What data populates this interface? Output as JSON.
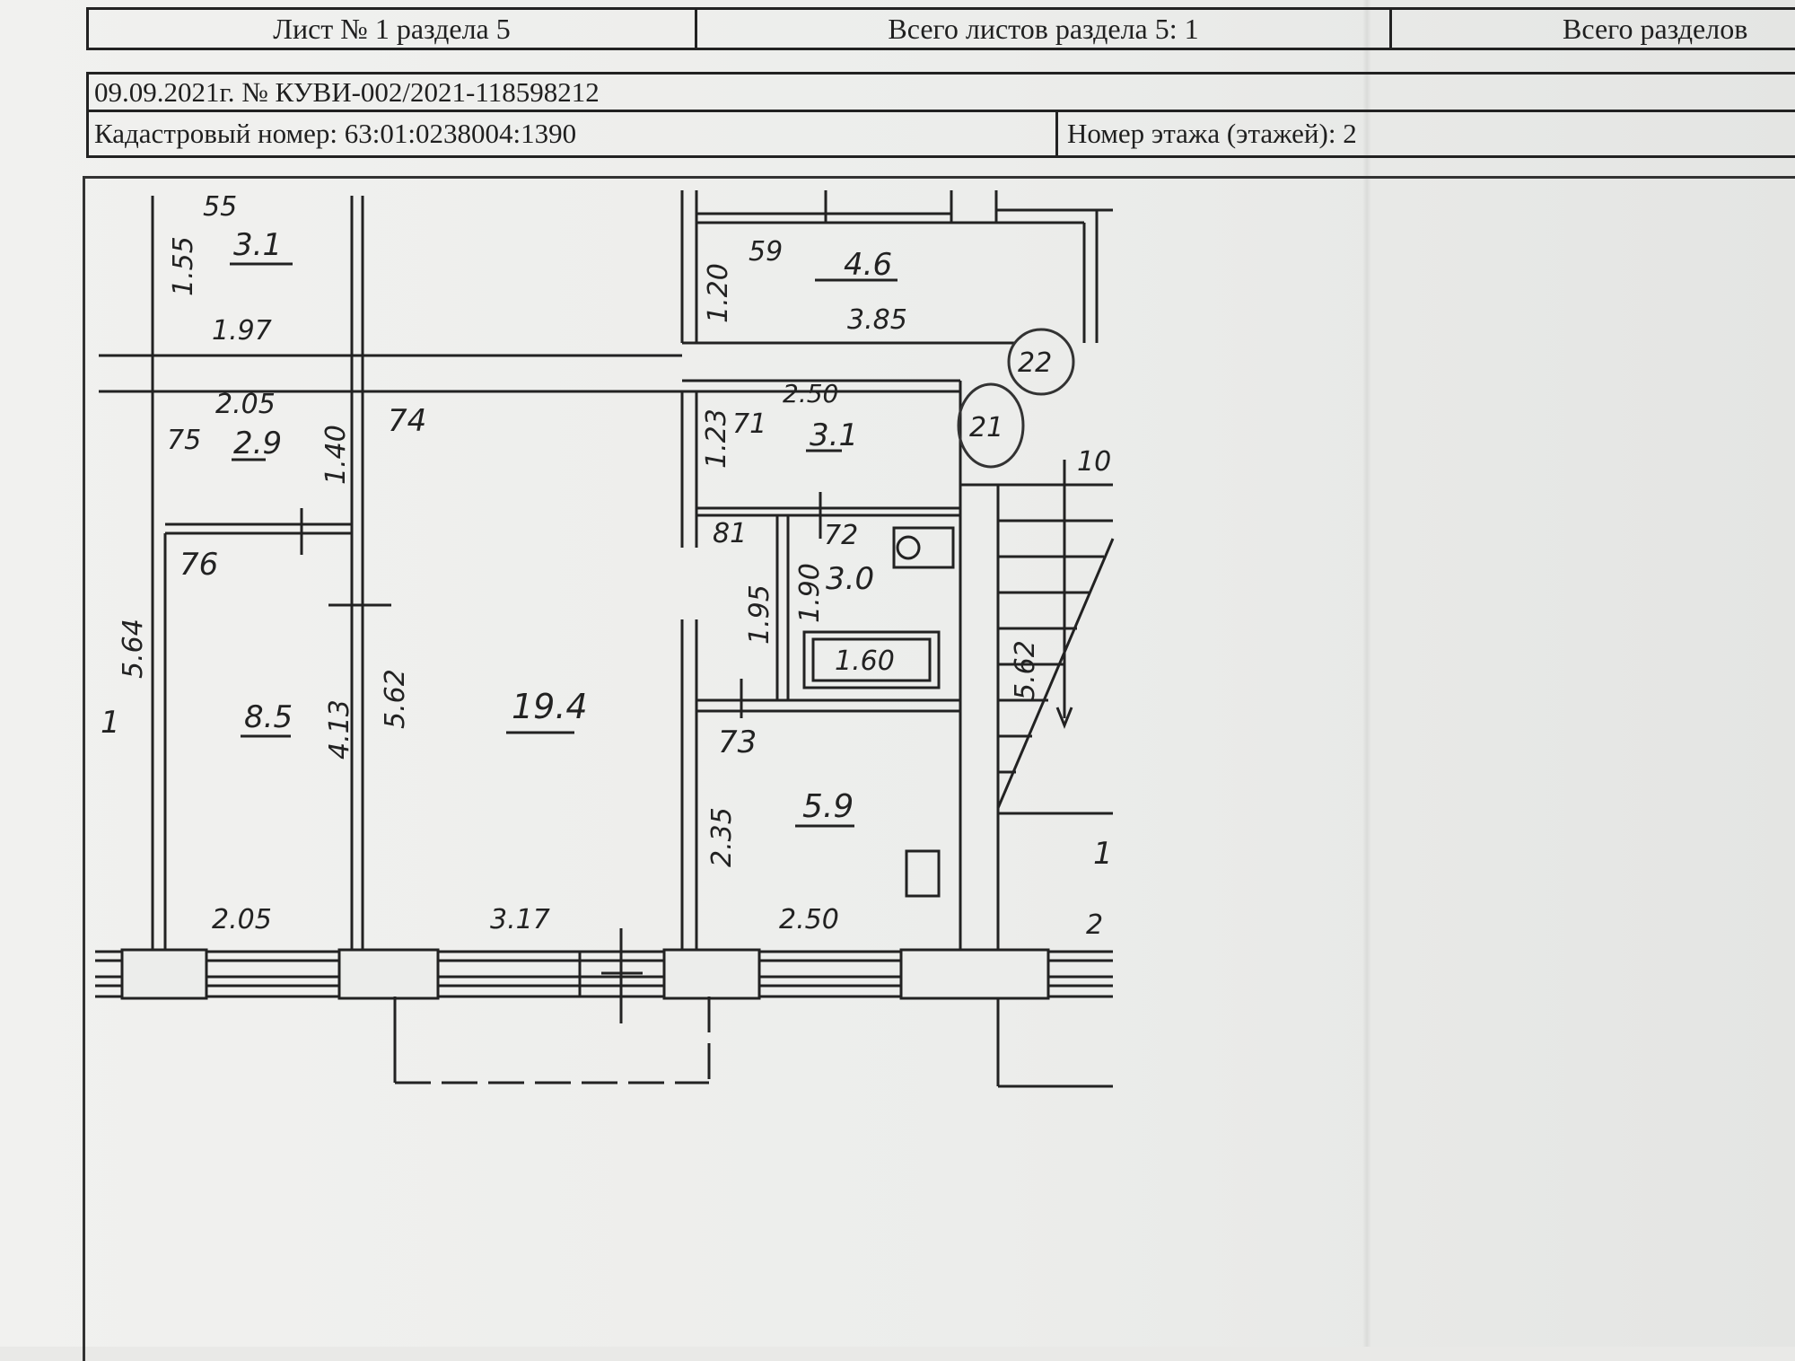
{
  "header": {
    "sheet_label": "Лист № 1 раздела 5",
    "total_sheets_label": "Всего листов раздела 5: 1",
    "total_sections_label": "Всего разделов"
  },
  "info": {
    "document_line": "09.09.2021г. № КУВИ-002/2021-118598212",
    "cadastral_label": "Кадастровый номер: 63:01:0238004:1390",
    "floor_label": "Номер этажа (этажей): 2"
  },
  "plan": {
    "rooms": {
      "r31_top": "3.1",
      "r29": "2.9",
      "r85": "8.5",
      "r194": "19.4",
      "r46": "4.6",
      "r31_mid": "3.1",
      "r30": "3.0",
      "r59": "5.9"
    },
    "room_numbers": {
      "n55": "55",
      "n75": "75",
      "n74": "74",
      "n76": "76",
      "n59": "59",
      "n71": "71",
      "n81": "81",
      "n72": "72",
      "n73": "73",
      "n1_left": "1",
      "n1_right": "1",
      "n10": "10",
      "n2": "2"
    },
    "dimensions": {
      "d155": "1.55",
      "d197": "1.97",
      "d205_top": "2.05",
      "d140": "1.40",
      "d564": "5.64",
      "d413": "4.13",
      "d562_left": "5.62",
      "d205_bottom": "2.05",
      "d317": "3.17",
      "d120": "1.20",
      "d385": "3.85",
      "d250_top": "2.50",
      "d123": "1.23",
      "d195": "1.95",
      "d190": "1.90",
      "d160": "1.60",
      "d235": "2.35",
      "d250_bottom": "2.50",
      "d562_stair": "5.62"
    },
    "circles": {
      "c22": "22",
      "c21": "21"
    }
  }
}
